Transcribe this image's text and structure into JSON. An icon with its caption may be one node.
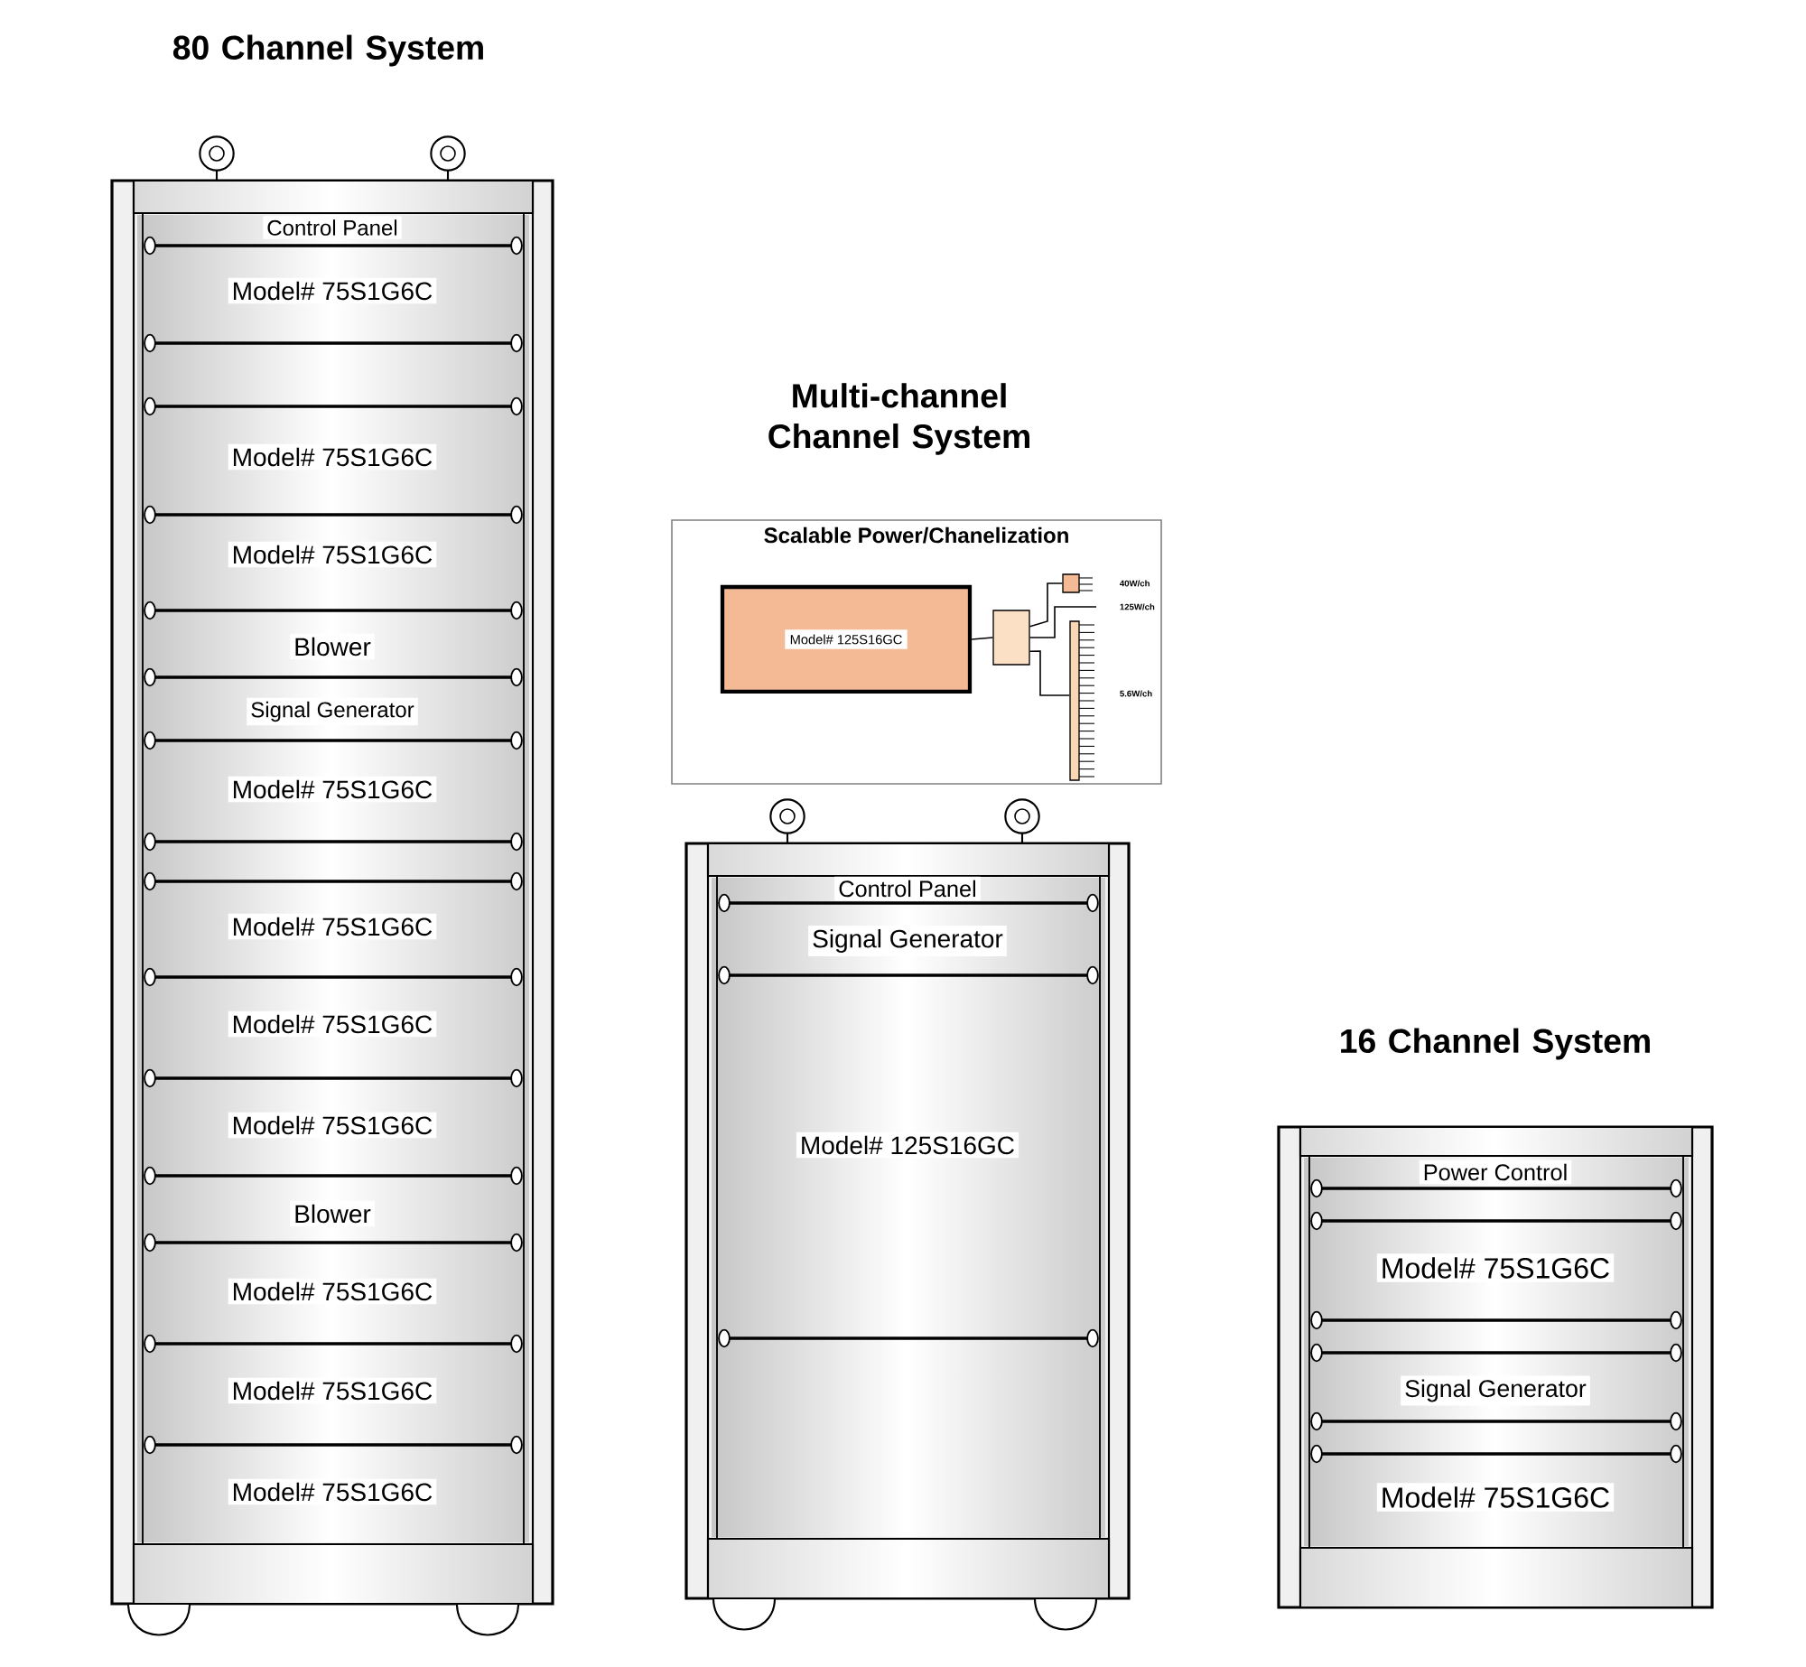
{
  "diagram": {
    "nodes": [
      {
        "text": [],
        "shape": "box"
      },
      {
        "text": [
          "Control Panel"
        ],
        "in": 0
      },
      {
        "text": [
          "Model# 75S1G6C"
        ],
        "in": 0
      },
      {
        "text": [
          "Model# 75S1G6C"
        ],
        "in": 0
      },
      {
        "text": [
          "Model# 75S1G6C"
        ],
        "in": 0
      },
      {
        "text": [
          "Blower"
        ],
        "in": 0
      },
      {
        "text": [
          "Signal Generator"
        ],
        "in": 0
      },
      {
        "text": [
          "Model# 75S1G6C"
        ],
        "in": 0
      },
      {
        "text": [
          "Model# 75S1G6C"
        ],
        "in": 0
      },
      {
        "text": [
          "Model# 75S1G6C"
        ],
        "in": 0
      },
      {
        "text": [
          "Model# 75S1G6C"
        ],
        "in": 0
      },
      {
        "text": [
          "Blower"
        ],
        "in": 0
      },
      {
        "text": [
          "Model# 75S1G6C"
        ],
        "in": 0
      },
      {
        "text": [
          "Model# 75S1G6C"
        ],
        "in": 0
      },
      {
        "text": [
          "Model# 75S1G6C"
        ],
        "in": 0
      },
      {
        "text": [
          "Scalable Power/Chanelization"
        ]
      },
      {
        "text": [
          "Model# 125S16GC"
        ],
        "in": 15
      },
      {
        "text": [],
        "shape": "box",
        "in": 15
      },
      {
        "text": [],
        "shape": "box",
        "in": 15
      },
      {
        "text": [],
        "shape": "bar",
        "in": 15
      },
      {
        "text": [],
        "shape": "box"
      },
      {
        "text": [
          "Control Panel"
        ],
        "in": 20
      },
      {
        "text": [
          "Signal Generator"
        ],
        "in": 20
      },
      {
        "text": [
          "Model# 125S16GC"
        ],
        "in": 20
      },
      {
        "text": [],
        "shape": "box"
      },
      {
        "text": [
          "Power Control"
        ],
        "in": 24
      },
      {
        "text": [
          "Model# 75S1G6C"
        ],
        "in": 24
      },
      {
        "text": [
          "Signal Generator"
        ],
        "in": 24
      },
      {
        "text": [
          "Model# 75S1G6C"
        ],
        "in": 24
      }
    ],
    "edges": [
      {
        "from": 16,
        "to": 17,
        "arrow": "none"
      },
      {
        "from": 17,
        "to": 18,
        "arrow": "none"
      },
      {
        "from": 17,
        "to": 19,
        "arrow": "none"
      },
      {
        "from": 17,
        "to": null,
        "arrow": "none"
      }
    ],
    "labels": [
      "80 Channel System",
      "Multi-channel Channel System",
      "40W/ch",
      "125W/ch",
      "5.6W/ch",
      "16 Channel System"
    ]
  }
}
